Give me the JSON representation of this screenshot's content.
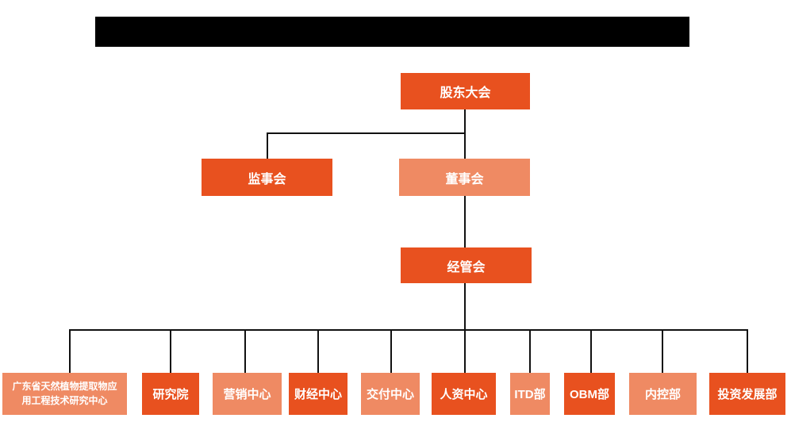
{
  "page": {
    "background": "#ffffff"
  },
  "colors": {
    "primary_dark": "#E8511F",
    "primary_light": "#EF8A63",
    "connector": "#111111",
    "redaction_bar": "#000000",
    "node_text": "#ffffff"
  },
  "chart": {
    "type": "org-chart",
    "level1": [
      {
        "label": "股东大会",
        "variant": "dark"
      }
    ],
    "level2": [
      {
        "label": "监事会",
        "variant": "dark"
      },
      {
        "label": "董事会",
        "variant": "light"
      }
    ],
    "level3": [
      {
        "label": "经管会",
        "variant": "dark"
      }
    ],
    "level4": [
      {
        "label": "广东省天然植物提取物应用工程技术研究中心",
        "variant": "light"
      },
      {
        "label": "研究院",
        "variant": "dark"
      },
      {
        "label": "营销中心",
        "variant": "light"
      },
      {
        "label": "财经中心",
        "variant": "dark"
      },
      {
        "label": "交付中心",
        "variant": "light"
      },
      {
        "label": "人资中心",
        "variant": "dark"
      },
      {
        "label": "ITD部",
        "variant": "light"
      },
      {
        "label": "OBM部",
        "variant": "dark"
      },
      {
        "label": "内控部",
        "variant": "light"
      },
      {
        "label": "投资发展部",
        "variant": "dark"
      }
    ]
  }
}
